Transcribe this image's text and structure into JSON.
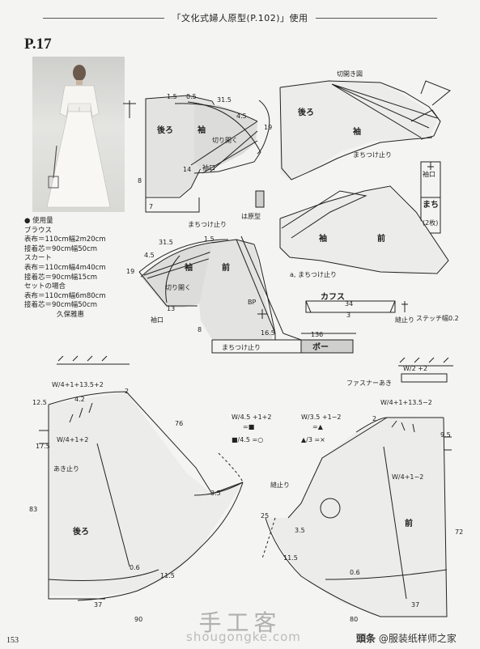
{
  "header": {
    "title": "「文化式婦人原型(P.102)」使用"
  },
  "page_label": "P.17",
  "materials": {
    "heading": "● 使用量",
    "blouse_title": "ブラウス",
    "blouse_fabric": "表布＝110cm幅2m20cm",
    "blouse_interfacing": "接着芯＝90cm幅50cm",
    "skirt_title": "スカート",
    "skirt_fabric": "表布＝110cm幅4m40cm",
    "skirt_interfacing": "接着芯＝90cm幅15cm",
    "set_title": "セットの場合",
    "set_fabric": "表布＝110cm幅6m80cm",
    "set_interfacing": "接着芯＝90cm幅50cm",
    "author": "久保雅惠"
  },
  "labels": {
    "ushiro": "後ろ",
    "sode": "袖",
    "mae": "前",
    "kirihiraki": "切り開く",
    "kirihirakizu": "切開き図",
    "machitsuke": "まちつけ止り",
    "sodeguchi": "袖口",
    "machi": "まち",
    "machi_count": "(2枚)",
    "genkei": "は原型",
    "cuffs": "カフス",
    "ribbon": "ボー",
    "stitch": "ステッチ幅0.2",
    "fastener": "ファスナーあき",
    "akitomari": "あき止り",
    "nuidomari": "縫止り",
    "bp": "BP",
    "a_machitsuke": "a, まちつけ止り"
  },
  "measures": {
    "m31_5a": "31.5",
    "m31_5b": "31.5",
    "m19a": "19",
    "m19b": "19",
    "m4_5a": "4.5",
    "m4_5b": "4.5",
    "m8a": "8",
    "m8b": "8",
    "m14": "14",
    "m13": "13",
    "m7": "7",
    "m1_5": "1.5",
    "m16_5": "16.5",
    "m136": "136",
    "m34": "34",
    "m3": "3",
    "m83": "83",
    "m72": "72",
    "m76": "76",
    "m37a": "37",
    "m37b": "37",
    "m90": "90",
    "m80": "80",
    "m11_5a": "11.5",
    "m11_5b": "11.5",
    "m0_6a": "0.6",
    "m0_6b": "0.6",
    "m3_5a": "3.5",
    "m3_5b": "3.5",
    "m25": "25",
    "m12_5": "12.5",
    "m17_5": "17.5",
    "m4_2": "4.2",
    "m9_5": "9.5",
    "m2a": "2",
    "m2b": "2",
    "f_back_top": "W/4+1+13.5+2",
    "f_back_side": "W/4+1+2",
    "f_front_top": "W/4+1+13.5−2",
    "f_front_side": "W/4+1−2",
    "f_center1": "W/4.5 +1+2",
    "f_center1b": "=■",
    "f_center2": "W/3.5 +1−2",
    "f_center2b": "=▲",
    "f_dart1": "■/4.5 =○",
    "f_dart2": "▲/3 =×",
    "f_waist": "W/2 +2",
    "pa_left": "1.5",
    "pa_right": "0.5"
  },
  "watermark": {
    "main": "手工客",
    "url": "shougongke.com"
  },
  "brand": {
    "name": "頭条",
    "handle": "@服装纸样师之家"
  },
  "folio": "153"
}
